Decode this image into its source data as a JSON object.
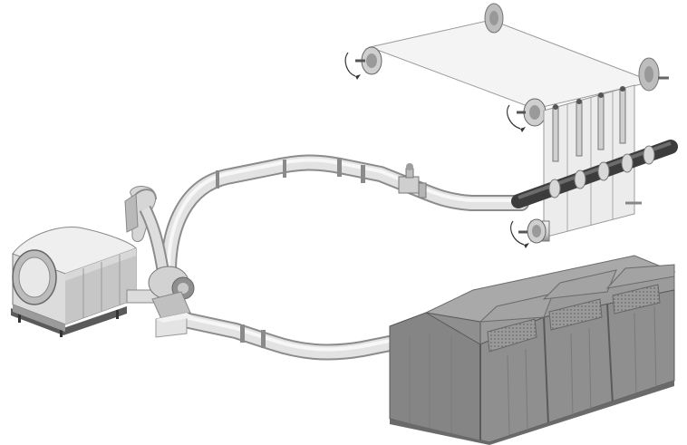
{
  "diagram": {
    "components": [
      {
        "id": "blower",
        "icon": "blower-unit-icon"
      },
      {
        "id": "intake-filter",
        "icon": "intake-filter-icon"
      },
      {
        "id": "manifold",
        "icon": "manifold-valve-icon"
      },
      {
        "id": "supply-duct",
        "icon": "supply-duct-icon"
      },
      {
        "id": "return-duct",
        "icon": "return-duct-icon"
      },
      {
        "id": "web-handling-rolls",
        "icon": "web-roll-icon"
      },
      {
        "id": "air-knife-assembly",
        "icon": "air-knife-icon"
      },
      {
        "id": "treatment-enclosure",
        "icon": "enclosure-icon"
      }
    ],
    "colors": {
      "background": "#ffffff",
      "metal_light": "#e4e4e4",
      "metal_mid": "#b9b9b9",
      "metal_dark": "#8a8a8a",
      "enclosure": "#8f8f8f",
      "enclosure_dark": "#6f6f6f",
      "outline": "#5a5a5a"
    }
  }
}
